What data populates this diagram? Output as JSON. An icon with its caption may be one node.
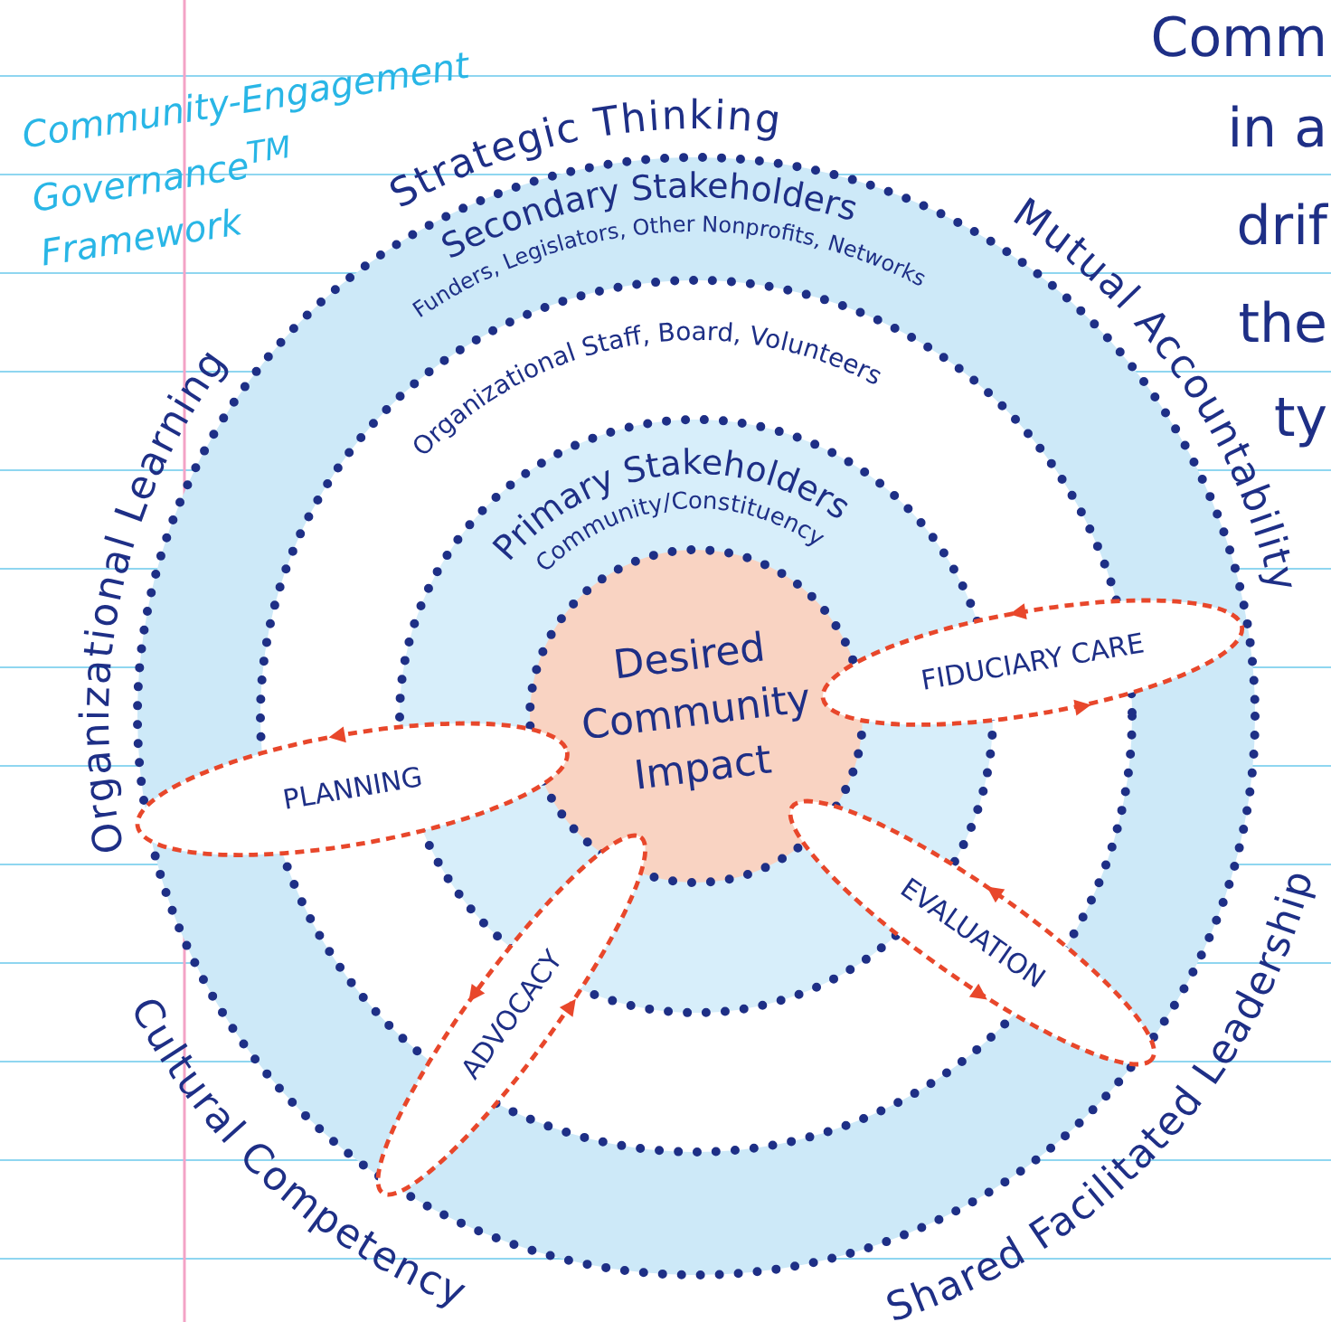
{
  "diagram": {
    "title": "Community-Engagement Governance$^{TM}$ Framework",
    "nodes": [
      {
        "text": [
          "Secondary Stakeholders",
          "Funders, Legislators, Other Nonprofits, Networks"
        ]
      },
      {
        "text": [
          "Organizational Staff, Board, Volunteers"
        ],
        "in": 0
      },
      {
        "text": [
          "Primary Stakeholders",
          "Community/Constituency"
        ],
        "in": 1
      },
      {
        "text": [
          "Desired Community Impact"
        ],
        "in": 2
      },
      {
        "text": [
          "FIDUCIARY CARE"
        ],
        "in": 0
      },
      {
        "text": [
          "PLANNING"
        ],
        "in": 0
      },
      {
        "text": [
          "EVALUATION"
        ],
        "in": 0
      },
      {
        "text": [
          "ADVOCACY"
        ],
        "in": 0
      }
    ],
    "labels": [
      "Strategic Thinking",
      "Mutual Accountability",
      "Shared Facilitated Leadership",
      "Cultural Competency",
      "Organizational Learning",
      "Comm",
      "in a",
      "drif",
      "the",
      "ty"
    ]
  }
}
